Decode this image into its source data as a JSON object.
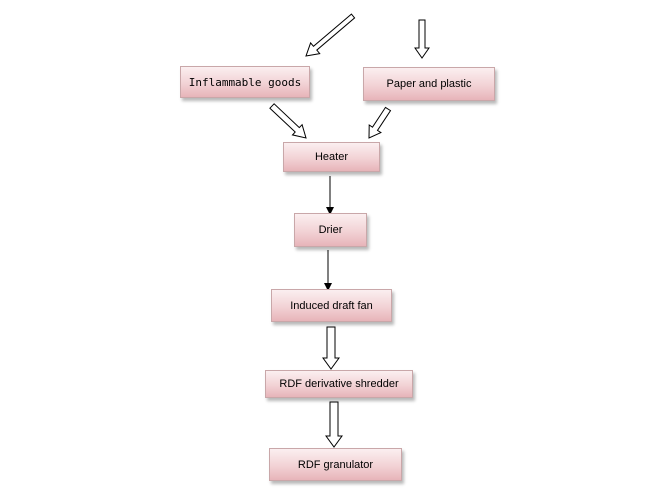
{
  "nodes": {
    "inflammable_goods": "Inflammable goods",
    "paper_and_plastic": "Paper and plastic",
    "heater": "Heater",
    "drier": "Drier",
    "induced_draft_fan": "Induced draft fan",
    "rdf_derivative_shredder": "RDF derivative shredder",
    "rdf_granulator": "RDF granulator"
  },
  "edges": [
    {
      "from": "input",
      "to": "inflammable_goods",
      "style": "hollow"
    },
    {
      "from": "input",
      "to": "paper_and_plastic",
      "style": "hollow"
    },
    {
      "from": "inflammable_goods",
      "to": "heater",
      "style": "hollow"
    },
    {
      "from": "paper_and_plastic",
      "to": "heater",
      "style": "hollow"
    },
    {
      "from": "heater",
      "to": "drier",
      "style": "line"
    },
    {
      "from": "drier",
      "to": "induced_draft_fan",
      "style": "line"
    },
    {
      "from": "induced_draft_fan",
      "to": "rdf_derivative_shredder",
      "style": "hollow"
    },
    {
      "from": "rdf_derivative_shredder",
      "to": "rdf_granulator",
      "style": "hollow"
    }
  ],
  "colors": {
    "box_top": "#fbeff0",
    "box_mid": "#f2d2d5",
    "box_bottom": "#e7b4b9",
    "box_border": "#c9a7a9",
    "arrow_stroke": "#000000",
    "arrow_fill": "#ffffff"
  }
}
